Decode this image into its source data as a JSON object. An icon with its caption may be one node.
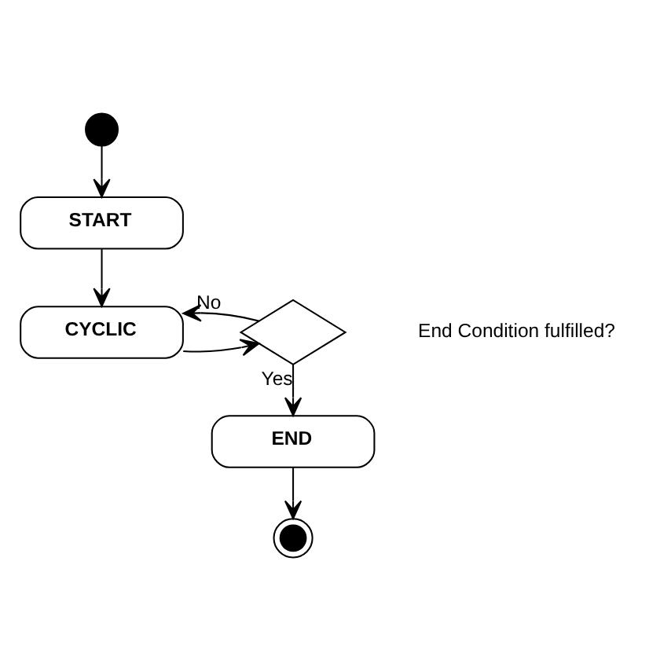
{
  "diagram": {
    "nodes": [
      {
        "text": [],
        "shape": "circle"
      },
      {
        "text": [
          "START"
        ]
      },
      {
        "text": [
          "CYCLIC"
        ]
      },
      {
        "text": [],
        "shape": "diamond",
        "beside": [
          "End Condition fulfilled?"
        ]
      },
      {
        "text": [
          "END"
        ]
      },
      {
        "text": [],
        "shape": "circle"
      }
    ],
    "edges": [
      {
        "from": 0,
        "to": 1,
        "arrow": "to"
      },
      {
        "from": 1,
        "to": 2,
        "arrow": "to"
      },
      {
        "from": 2,
        "to": 3,
        "arrow": "to"
      },
      {
        "from": 3,
        "to": 2,
        "arrow": "to",
        "label": "No"
      },
      {
        "from": 3,
        "to": 4,
        "arrow": "to",
        "label": "Yes"
      },
      {
        "from": 4,
        "to": 5,
        "arrow": "to"
      }
    ]
  }
}
